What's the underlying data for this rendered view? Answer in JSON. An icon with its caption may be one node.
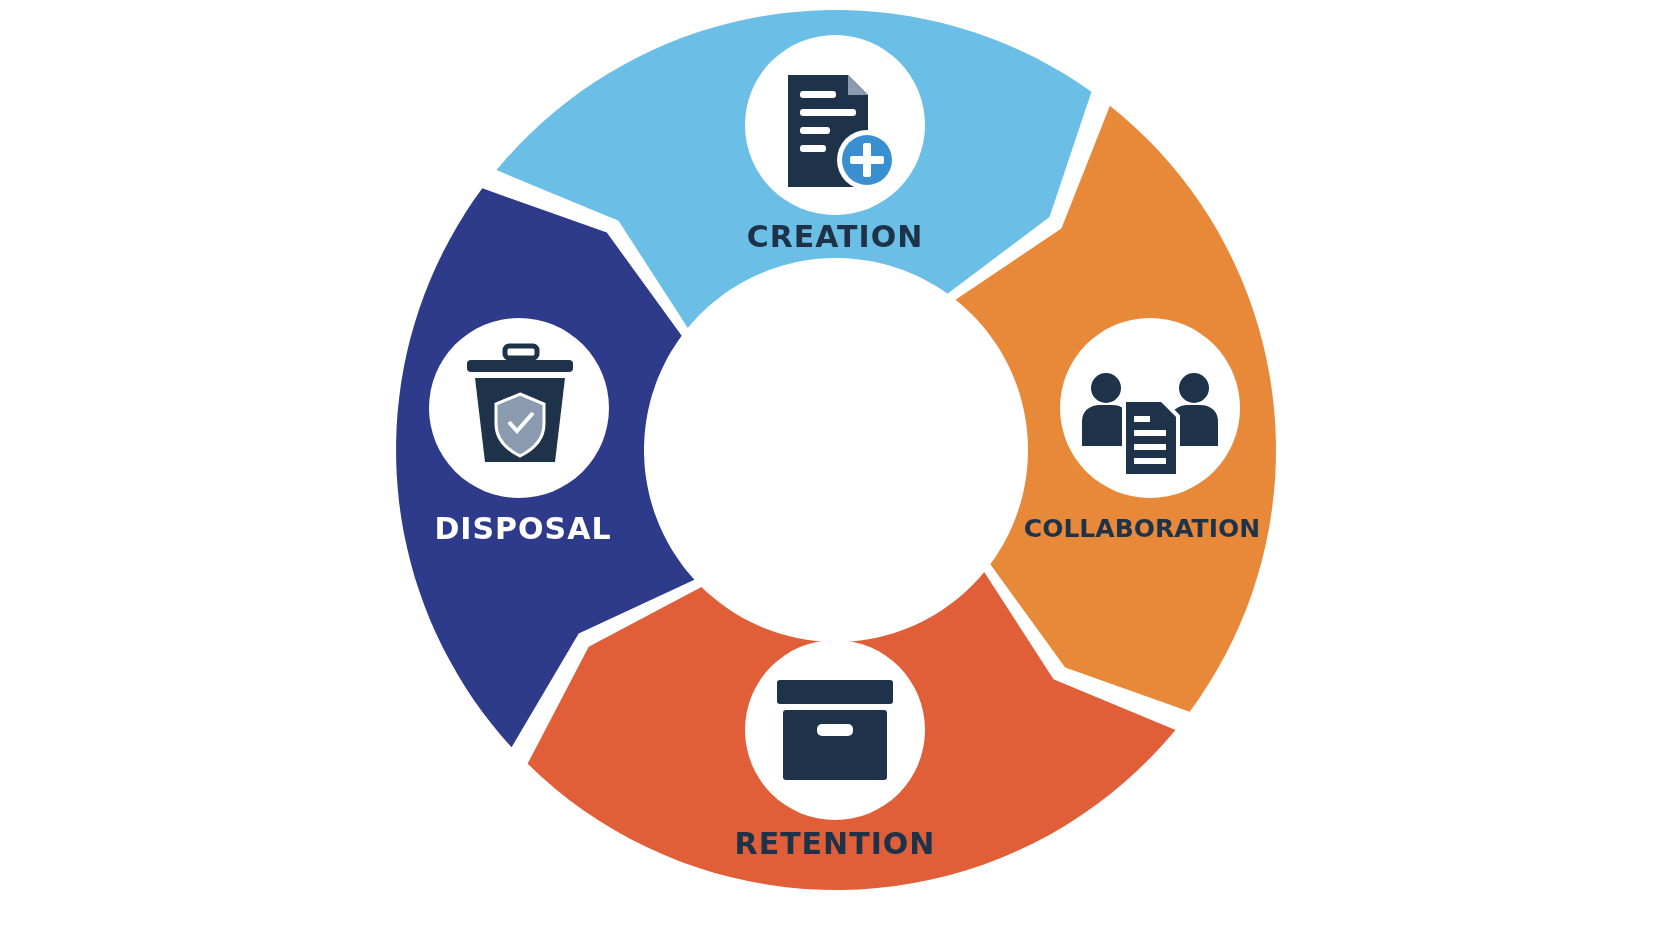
{
  "diagram": {
    "nodes": [
      {
        "text": [
          "CREATION"
        ]
      },
      {
        "text": [
          "COLLABORATION"
        ]
      },
      {
        "text": [
          "RETENTION"
        ]
      },
      {
        "text": [
          "DISPOSAL"
        ]
      }
    ]
  }
}
